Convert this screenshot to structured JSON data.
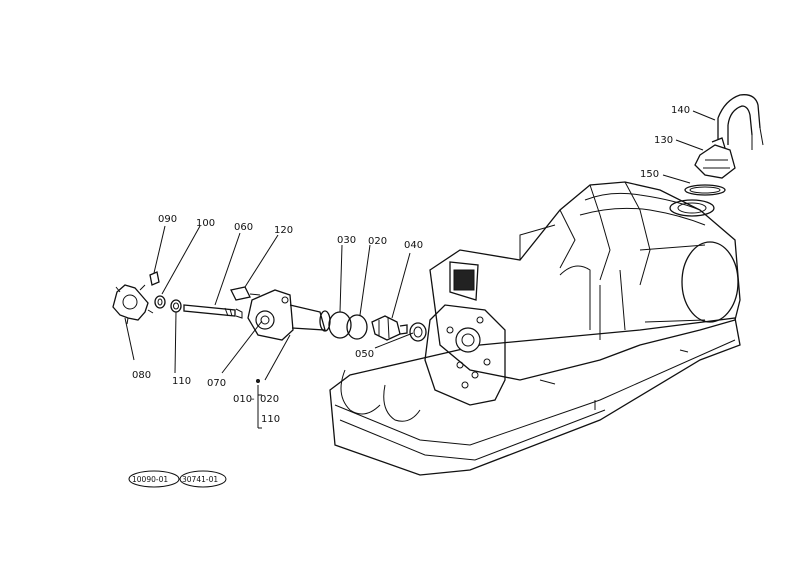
{
  "diagram": {
    "part_labels": {
      "p140": "140",
      "p130": "130",
      "p150": "150",
      "p090": "090",
      "p100": "100",
      "p060": "060",
      "p120": "120",
      "p030": "030",
      "p020": "020",
      "p040": "040",
      "p050": "050",
      "p080": "080",
      "p110": "110",
      "p070": "070"
    },
    "assembly_note": {
      "main": "010",
      "line1": "020",
      "line2": "110"
    },
    "reference_codes": {
      "left": "10090-01",
      "right": "30741-01"
    }
  }
}
